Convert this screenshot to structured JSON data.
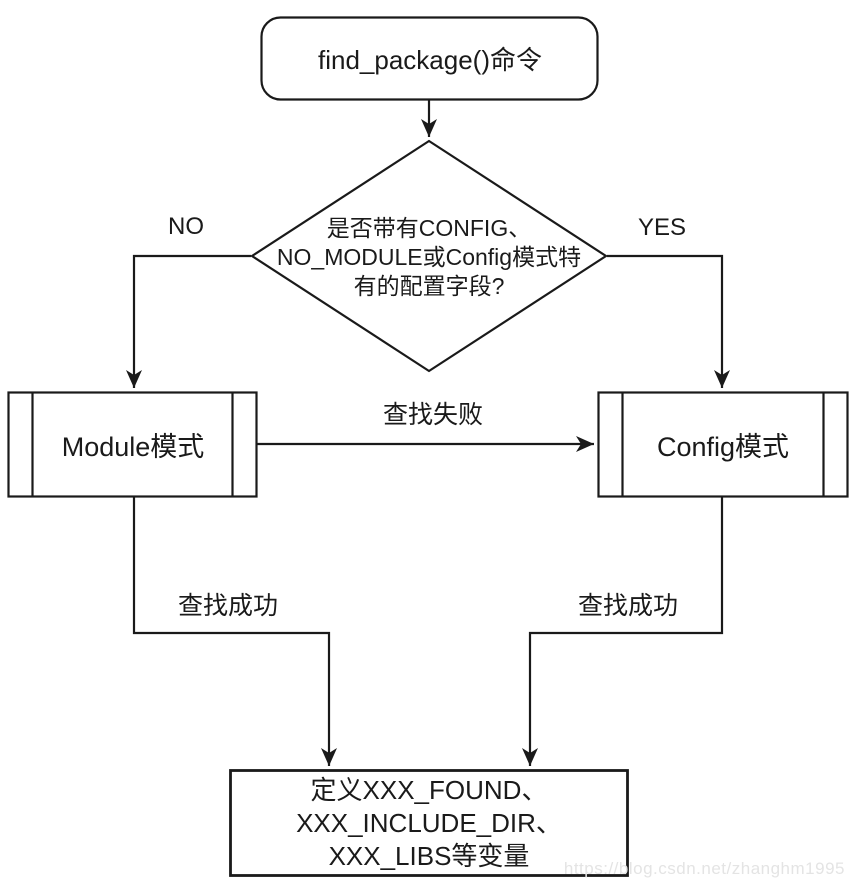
{
  "nodes": {
    "start": {
      "label": "find_package()命令"
    },
    "decision": {
      "lines": [
        "是否带有CONFIG、",
        "NO_MODULE或Config模式特",
        "有的配置字段?"
      ]
    },
    "module": {
      "label": "Module模式"
    },
    "config": {
      "label": "Config模式"
    },
    "result": {
      "lines": [
        "定义XXX_FOUND、",
        "XXX_INCLUDE_DIR、",
        "XXX_LIBS等变量"
      ]
    }
  },
  "edge_labels": {
    "no": "NO",
    "yes": "YES",
    "fail": "查找失败",
    "module_success": "查找成功",
    "config_success": "查找成功"
  },
  "watermark": "https://blog.csdn.net/zhanghm1995",
  "colors": {
    "stroke": "#1a1a1a",
    "text": "#1a1a1a",
    "background": "#ffffff",
    "watermark": "#e4e4e4"
  }
}
